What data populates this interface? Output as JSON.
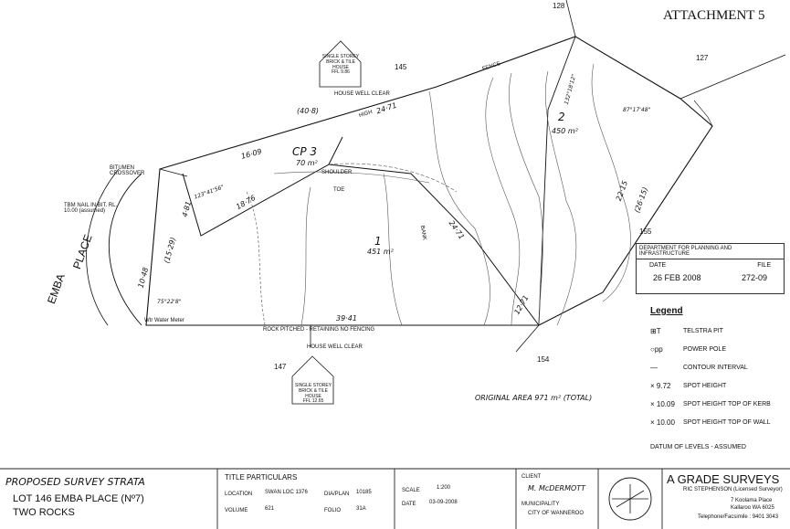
{
  "attachment": "ATTACHMENT 5",
  "lots": {
    "lot_128": "128",
    "lot_127": "127",
    "lot_145": "145",
    "lot_147": "147",
    "lot_154": "154",
    "lot_155": "155",
    "street": "EMBA",
    "street2": "PLACE"
  },
  "houses": {
    "north": [
      "SINGLE STOREY",
      "BRICK & TILE",
      "HOUSE",
      "FFL 9.86"
    ],
    "south": [
      "SINGLE STOREY",
      "BRICK & TILE",
      "HOUSE",
      "FFL 12.65"
    ],
    "north_clear": "HOUSE WELL CLEAR",
    "south_clear": "HOUSE WELL CLEAR"
  },
  "parcels": {
    "cp": "CP 3",
    "cp_area": "70 m²",
    "lot1": "1",
    "lot1_area": "451 m²",
    "lot2": "2",
    "lot2_area": "450 m²"
  },
  "dimensions": {
    "d1": "(40·8)",
    "d2": "24·71",
    "d3": "16·09",
    "d4": "18·76",
    "d5": "4·81",
    "d6": "10·48",
    "d7": "(15·29)",
    "d8": "39·41",
    "d9": "123°41'56\"",
    "d10": "75°22'8\"",
    "d11": "132°18'12\"",
    "d12": "87°17'48\"",
    "d13": "22·15",
    "d14": "(26·15)",
    "d15": "12·71",
    "d16": "24·71"
  },
  "labels": {
    "bitumen": "BITUMEN CROSSOVER",
    "tbm": "TBM NAIL IN BIT. RL. 10.00 (assumed)",
    "fence_bottom": "ROCK PITCHED - RETAINING  NO  FENCING",
    "water_meter": "Wtr Water Meter",
    "shoulder": "SHOULDER",
    "toe": "TOE",
    "bank": "BANK",
    "original_area": "ORIGINAL AREA  971 m² (TOTAL)",
    "fence": "FENCE",
    "high": "HIGH"
  },
  "legend": {
    "title": "Legend",
    "items": [
      {
        "sym": "⊞T",
        "label": "TELSTRA PIT"
      },
      {
        "sym": "○pp",
        "label": "POWER POLE"
      },
      {
        "sym": "—",
        "label": "CONTOUR INTERVAL"
      },
      {
        "sym": "× 9.72",
        "label": "SPOT HEIGHT"
      },
      {
        "sym": "× 10.09",
        "label": "SPOT HEIGHT TOP OF KERB"
      },
      {
        "sym": "× 10.00",
        "label": "SPOT HEIGHT TOP OF WALL"
      }
    ],
    "datum": "DATUM OF LEVELS - ASSUMED"
  },
  "stamp": {
    "dept": "DEPARTMENT FOR PLANNING AND INFRASTRUCTURE",
    "date_label": "DATE",
    "file_label": "FILE",
    "date": "26 FEB 2008",
    "file": "272-09"
  },
  "titleblock": {
    "proposed": "PROPOSED SURVEY STRATA",
    "lot": "LOT 146  EMBA PLACE (Nº7)",
    "suburb": "TWO ROCKS",
    "title_particulars": "TITLE  PARTICULARS",
    "location_label": "LOCATION",
    "location": "SWAN LOC 1376",
    "plan_label": "DIA/PLAN",
    "plan": "10185",
    "volume_label": "VOLUME",
    "volume": "621",
    "folio_label": "FOLIO",
    "folio": "31A",
    "scale_label": "SCALE",
    "scale": "1:200",
    "date_label": "DATE",
    "date": "03-09-2008",
    "client_label": "CLIENT",
    "client": "M. McDERMOTT",
    "municipality_label": "MUNICIPALITY",
    "municipality": "CITY OF WANNEROO",
    "company": "A GRADE SURVEYS",
    "surveyor": "RIC STEPHENSON (Licensed Surveyor)",
    "address1": "7 Koolama Place",
    "address2": "Kallaroo WA 6025",
    "phone": "Telephone/Facsimile : 9401 3043"
  }
}
